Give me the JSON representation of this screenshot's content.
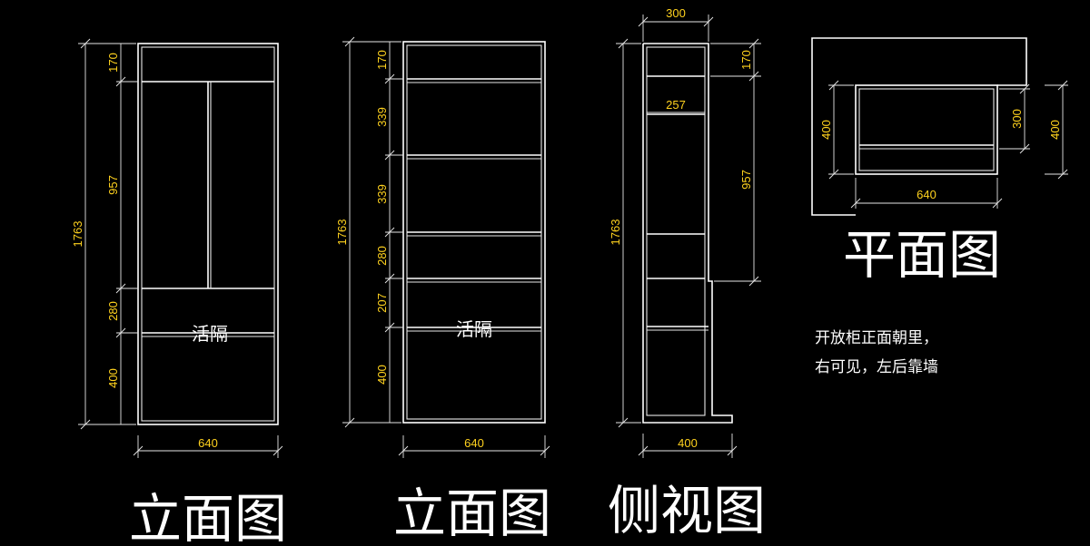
{
  "views": {
    "elevation_1": {
      "title": "立面图",
      "label": "活隔"
    },
    "elevation_2": {
      "title": "立面图",
      "label": "活隔"
    },
    "side": {
      "title": "侧视图"
    },
    "plan": {
      "title": "平面图"
    }
  },
  "note": {
    "line1": "开放柜正面朝里，",
    "line2": "右可见，左后靠墙"
  },
  "dims": {
    "e1_total": "1763",
    "e1_top": "170",
    "e1_mid": "957",
    "e1_low": "280",
    "e1_bottom": "400",
    "e1_width": "640",
    "e2_total": "1763",
    "e2_top": "170",
    "e2_s1": "339",
    "e2_s2": "339",
    "e2_s3": "280",
    "e2_s4": "207",
    "e2_bottom": "400",
    "e2_width": "640",
    "s_top_width": "300",
    "s_inner_width": "257",
    "s_total": "1763",
    "s_top": "170",
    "s_mid": "957",
    "s_bottom_width": "400",
    "p_left": "400",
    "p_inner": "300",
    "p_right": "400",
    "p_width": "640"
  },
  "colors": {
    "background": "#000000",
    "lines": "#ffffff",
    "dimension_text": "#ffd21e"
  }
}
